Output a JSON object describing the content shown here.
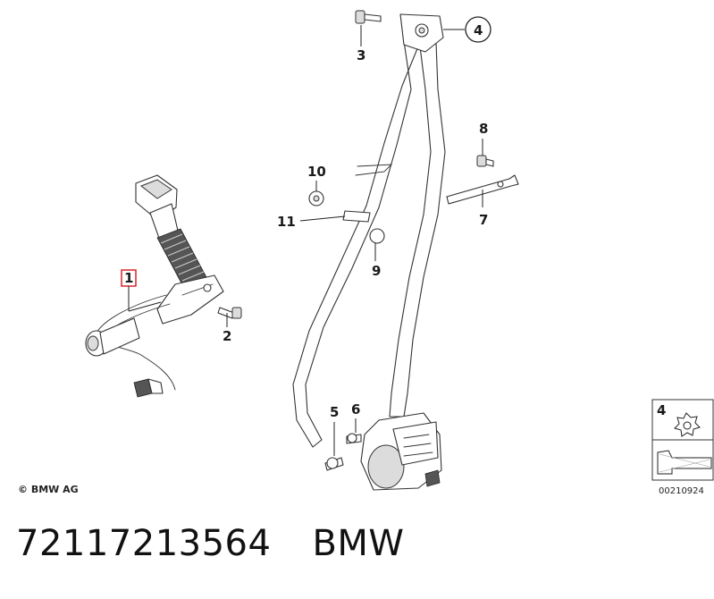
{
  "callouts": {
    "c1": "1",
    "c2": "2",
    "c3": "3",
    "c4": "4",
    "c5": "5",
    "c6": "6",
    "c7": "7",
    "c8": "8",
    "c9": "9",
    "c10": "10",
    "c11": "11"
  },
  "legend_box": {
    "callout": "4"
  },
  "copyright": "© BMW AG",
  "doc_number": "00210924",
  "caption": {
    "part_number": "72117213564",
    "brand": "BMW"
  },
  "colors": {
    "highlight_box": "#d9262c",
    "line": "#333333"
  }
}
